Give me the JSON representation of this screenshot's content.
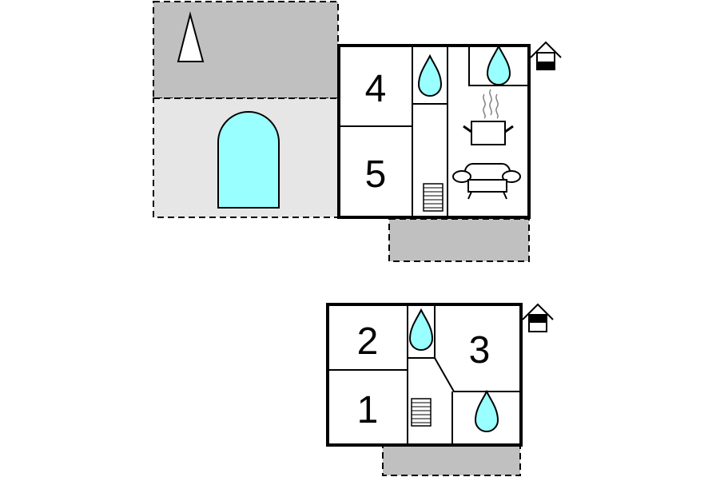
{
  "colors": {
    "wall": "#000000",
    "terrace_dark": "#c0c0c0",
    "terrace_light": "#e6e6e6",
    "water": "#99ffff",
    "background": "#ffffff"
  },
  "upper_floor": {
    "rooms": [
      {
        "label": "4"
      },
      {
        "label": "5"
      }
    ]
  },
  "lower_floor": {
    "rooms": [
      {
        "label": "2"
      },
      {
        "label": "1"
      },
      {
        "label": "3"
      }
    ]
  },
  "icons": [
    "tree-icon",
    "pool-icon",
    "water-drop-icon",
    "cooking-pot-icon",
    "sofa-icon",
    "stairs-icon",
    "floor-level-icon"
  ]
}
